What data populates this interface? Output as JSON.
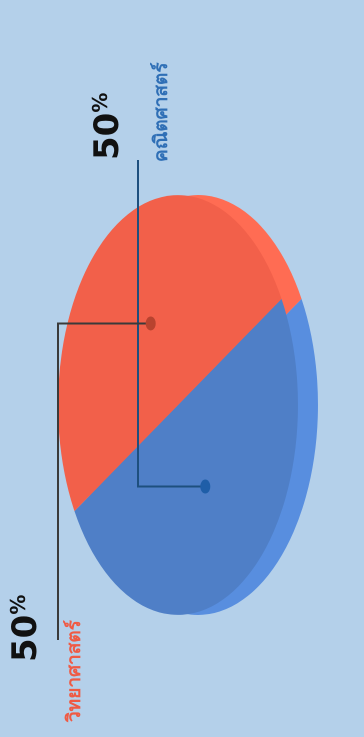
{
  "chart_data": {
    "type": "pie",
    "categories": [
      "คณิตศาสตร์",
      "วิทยาศาสตร์"
    ],
    "values": [
      50,
      50
    ],
    "value_labels": [
      "50%",
      "50%"
    ],
    "colors": [
      "#4f7fc7",
      "#f2604a"
    ],
    "title": "",
    "legend": "none"
  }
}
